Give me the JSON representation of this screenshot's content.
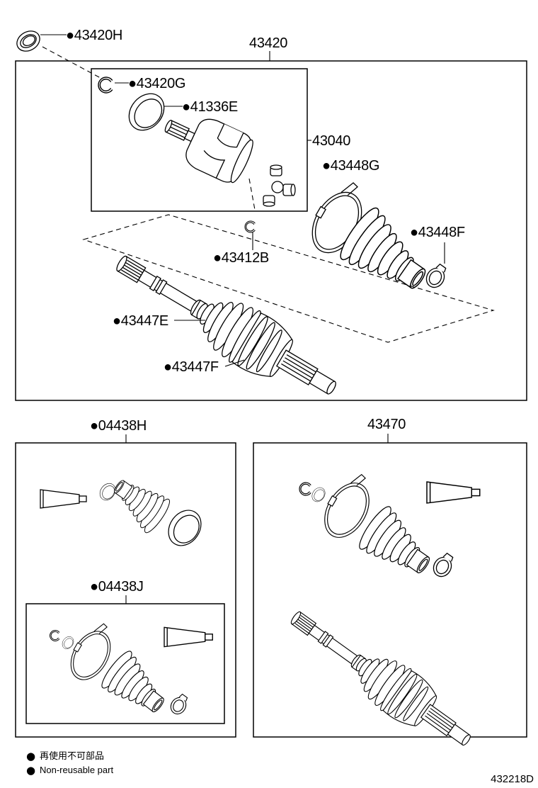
{
  "labels": {
    "p43420H": "●43420H",
    "p43420": "43420",
    "p43420G": "●43420G",
    "p41336E": "●41336E",
    "p43040": "43040",
    "p43448G": "●43448G",
    "p43448F": "●43448F",
    "p43412B": "●43412B",
    "p43447E": "●43447E",
    "p43447F": "●43447F",
    "p04438H": "●04438H",
    "p04438J": "●04438J",
    "p43470": "43470"
  },
  "legend_bullet": "●",
  "legend": [
    {
      "text": "再使用不可部品"
    },
    {
      "text": "Non-reusable part"
    }
  ],
  "diagram_code": "432218D",
  "colors": {
    "line": "#000000",
    "background": "#ffffff"
  }
}
